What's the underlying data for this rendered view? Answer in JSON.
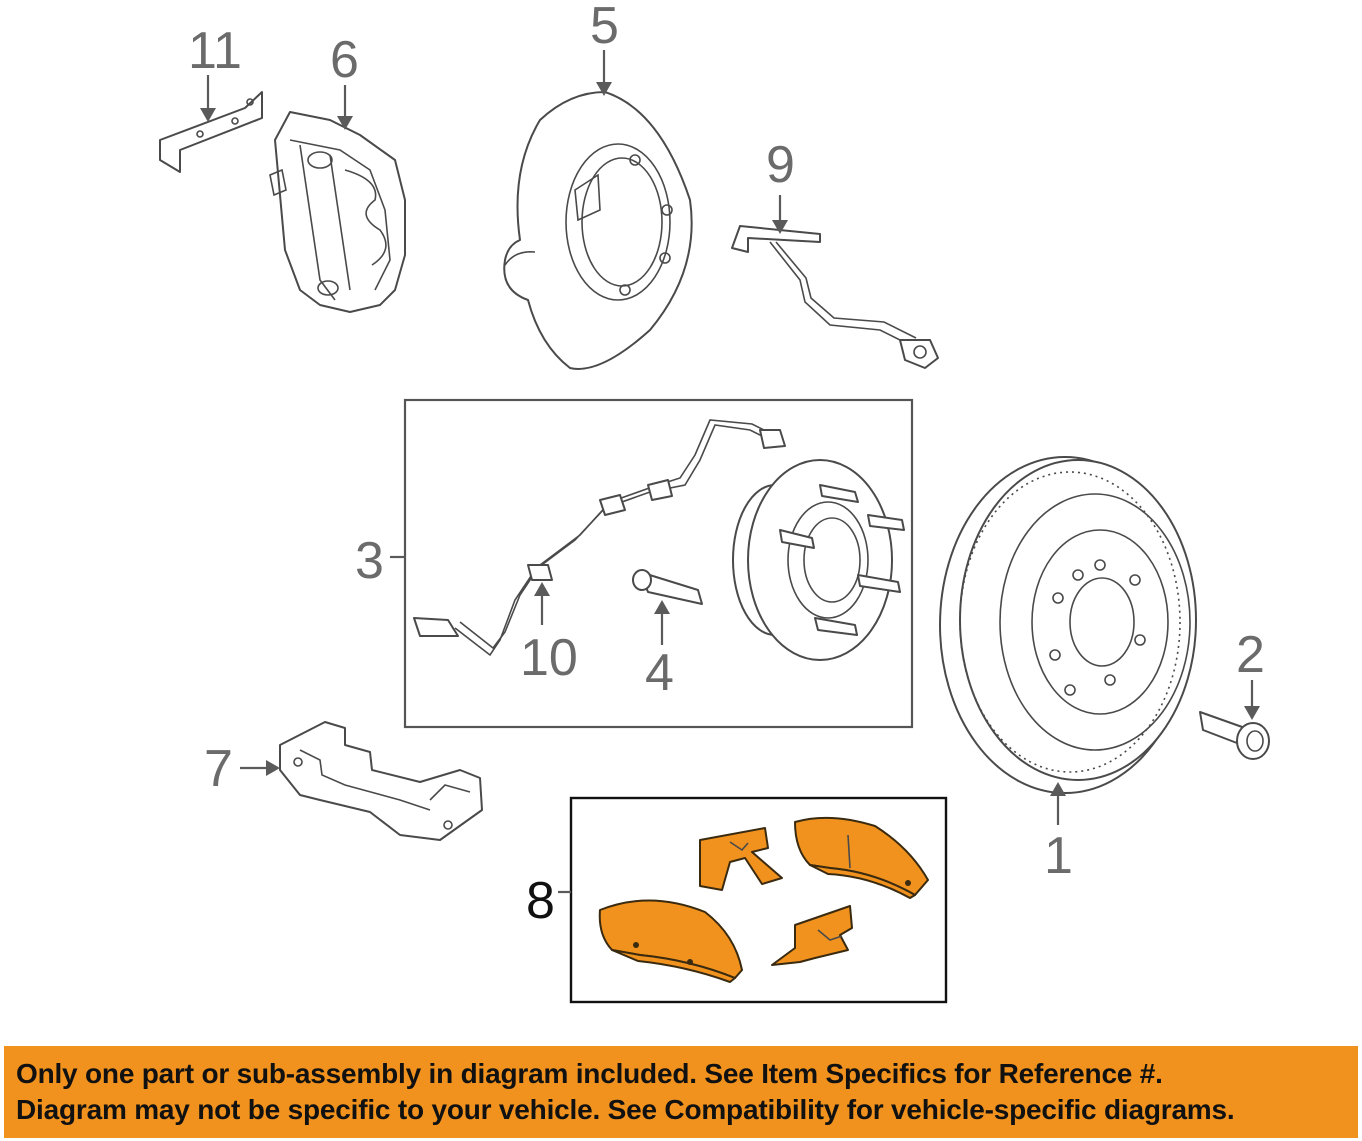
{
  "callouts": {
    "c1": "1",
    "c2": "2",
    "c3": "3",
    "c4": "4",
    "c5": "5",
    "c6": "6",
    "c7": "7",
    "c8": "8",
    "c9": "9",
    "c10": "10",
    "c11": "11"
  },
  "banner": {
    "line1": "Only one part or sub-assembly in diagram included. See Item Specifics for Reference #.",
    "line2": "Diagram may not be specific to your vehicle. See Compatibility for vehicle-specific diagrams."
  },
  "colors": {
    "highlight": "#f0921d",
    "line_art": "#4a4a4a",
    "callout_text": "#6b6b6b"
  }
}
